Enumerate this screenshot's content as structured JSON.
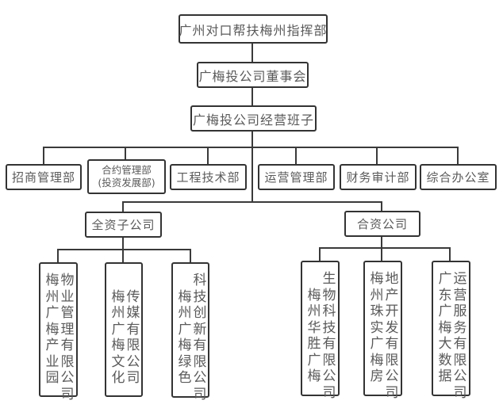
{
  "diagram": {
    "title": "广梅投组织架构图",
    "levels": {
      "top": "广州对口帮扶梅州指挥部",
      "board": "广梅投公司董事会",
      "management": "广梅投公司经营班子"
    },
    "departments": [
      {
        "lines": [
          "招商管理部"
        ]
      },
      {
        "lines": [
          "合约管理部",
          "(投资发展部)"
        ]
      },
      {
        "lines": [
          "工程技术部"
        ]
      },
      {
        "lines": [
          "运营管理部"
        ]
      },
      {
        "lines": [
          "财务审计部"
        ]
      },
      {
        "lines": [
          "综合办公室"
        ]
      }
    ],
    "groups": [
      {
        "label": "全资子公司",
        "companies": [
          {
            "name": "梅州广梅产业园物业管理有限公司",
            "left": "梅州广梅产业园",
            "right": "物业管理有限公司",
            "left_offset": 0,
            "right_offset": 0
          },
          {
            "name": "梅州广梅文化传媒有限公司",
            "left": "梅州广梅文化",
            "right": "传媒有限公司",
            "left_offset": 1,
            "right_offset": 1
          },
          {
            "name": "梅州广梅绿色科技创新有限公司",
            "left": "梅州广梅绿色",
            "right": "科技创新有限公司",
            "left_offset": 1,
            "right_offset": 0
          }
        ]
      },
      {
        "label": "合资公司",
        "companies": [
          {
            "name": "梅州华胜广梅生物科技有限公司",
            "left": "梅州华胜广梅",
            "right": "生物科技有限公司",
            "left_offset": 1,
            "right_offset": 0
          },
          {
            "name": "梅州珠实广梅房地产开发有限公司",
            "left": "梅州珠实广梅房",
            "right": "地产开发有限公司",
            "left_offset": 0,
            "right_offset": 0
          },
          {
            "name": "广东广梅大数据运营服务有限公司",
            "left": "广东广梅大数据",
            "right": "运营服务有限公司",
            "left_offset": 0,
            "right_offset": 0
          }
        ]
      }
    ]
  }
}
